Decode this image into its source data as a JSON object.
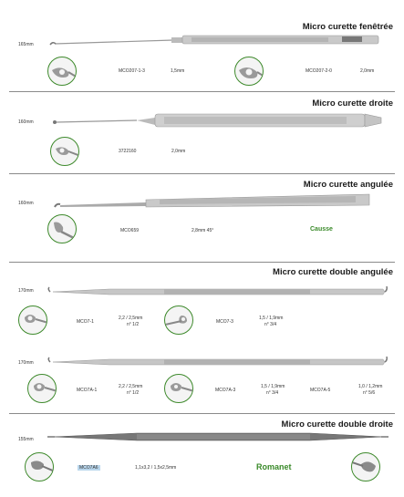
{
  "sections": [
    {
      "title": "Micro curette fenêtrée",
      "length": "165mm",
      "captions": [
        "MCO207-1-3",
        "1,5mm",
        "MCO207-2-0",
        "2,0mm"
      ]
    },
    {
      "title": "Micro curette droite",
      "length": "160mm",
      "captions": [
        "3722160",
        "2,0mm"
      ]
    },
    {
      "title": "Micro curette angulée",
      "length": "160mm",
      "captions": [
        "MCO659",
        "2,8mm 45°"
      ],
      "brand": "Causse"
    },
    {
      "title": "Micro curette double angulée",
      "length_a": "170mm",
      "length_b": "170mm",
      "row_a": [
        "MCO7-1",
        "2,2 / 2,5mm",
        "n° 1/2",
        "MCO7-3",
        "1,5 / 1,9mm",
        "n° 3/4"
      ],
      "row_b": [
        "MCO7A-1",
        "2,2 / 2,5mm",
        "n° 1/2",
        "MCO7A-3",
        "1,5 / 1,9mm",
        "n° 3/4",
        "MCO7A-5",
        "1,0 / 1,2mm",
        "n° 5/6"
      ]
    },
    {
      "title": "Micro curette double droite",
      "length": "155mm",
      "captions": [
        "MCO7A6",
        "1,1x3,2 / 1,5x2,5mm"
      ],
      "brand": "Romanet"
    }
  ],
  "colors": {
    "accent": "#3e8a2c",
    "rule": "#8a8a8a",
    "highlight": "#b9d6ec"
  }
}
